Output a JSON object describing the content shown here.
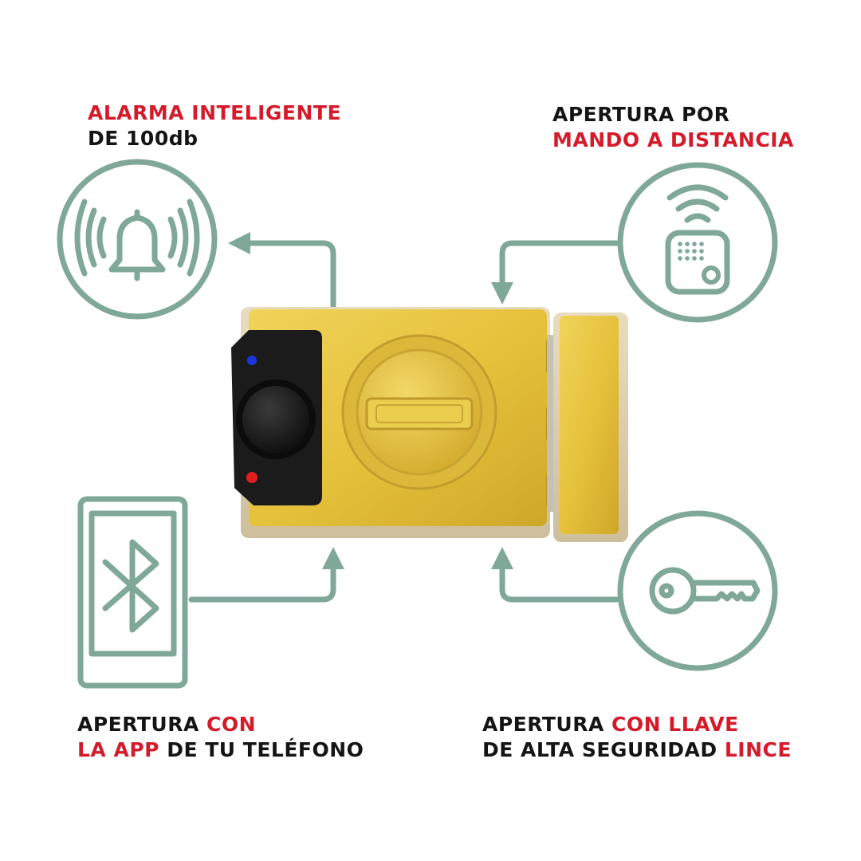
{
  "features": {
    "alarm": {
      "line1": {
        "red": "ALARMA INTELIGENTE"
      },
      "line2": {
        "dark": "DE 100db"
      },
      "icon": "bell-sound-icon"
    },
    "remote": {
      "line1": {
        "dark": "APERTURA POR"
      },
      "line2": {
        "red": "MANDO A DISTANCIA"
      },
      "icon": "remote-control-icon"
    },
    "app": {
      "line1": {
        "dark": "APERTURA ",
        "red": "CON"
      },
      "line2": {
        "red": "LA APP",
        "dark": " DE TU TELÉFONO"
      },
      "icon": "smartphone-bluetooth-icon"
    },
    "key": {
      "line1": {
        "dark": "APERTURA ",
        "red": "CON LLAVE"
      },
      "line2": {
        "dark": "DE ALTA SEGURIDAD ",
        "red": "LINCE"
      },
      "icon": "key-icon"
    }
  },
  "product": {
    "body_color": "#e6c23c",
    "module_color": "#1b1b1b",
    "led_top_color": "#1a35e0",
    "led_bottom_color": "#e11d1d"
  },
  "colors": {
    "accent_red": "#d51b2a",
    "text_dark": "#141414",
    "icon_green": "#7fa898"
  }
}
